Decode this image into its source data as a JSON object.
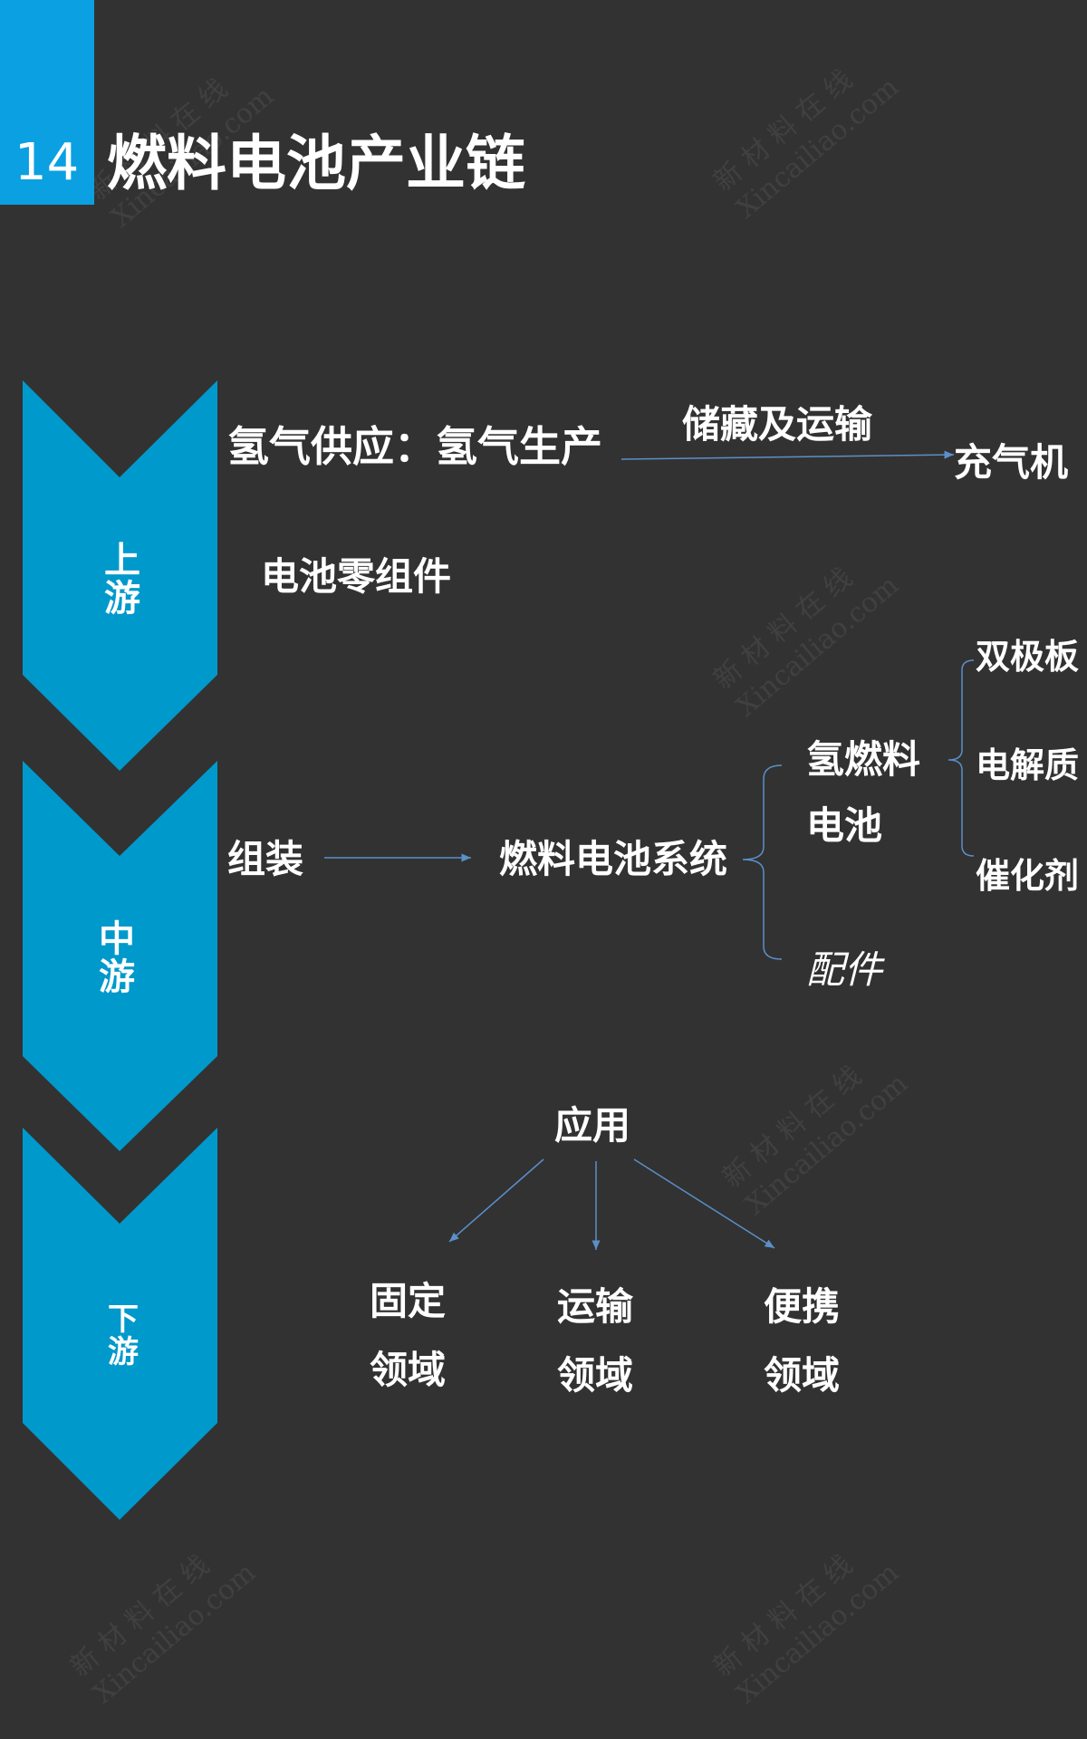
{
  "header": {
    "number": "14",
    "title": "燃料电池产业链"
  },
  "stages": [
    {
      "label_line1": "上",
      "label_line2": "游"
    },
    {
      "label_line1": "中",
      "label_line2": "游"
    },
    {
      "label_line1": "下",
      "label_line2": "游"
    }
  ],
  "upstream": {
    "hydrogen_supply": "氢气供应：氢气生产",
    "storage_transport": "储藏及运输",
    "charger": "充气机",
    "battery_components": "电池零组件"
  },
  "midstream": {
    "assembly": "组装",
    "fuel_cell_system": "燃料电池系统",
    "hydrogen_fuel_cell_line1": "氢燃料",
    "hydrogen_fuel_cell_line2": "电池",
    "accessories": "配件",
    "parts": [
      "双极板",
      "电解质",
      "催化剂"
    ]
  },
  "downstream": {
    "application": "应用",
    "fields": [
      {
        "line1": "固定",
        "line2": "领域"
      },
      {
        "line1": "运输",
        "line2": "领域"
      },
      {
        "line1": "便携",
        "line2": "领域"
      }
    ]
  },
  "watermark": {
    "line1": "新 材 料 在 线",
    "line2": "Xincailiao.com"
  },
  "colors": {
    "background": "#323232",
    "chevron": "#0099cc",
    "title_box": "#0aa0e2",
    "connector": "#5b8fc9"
  }
}
